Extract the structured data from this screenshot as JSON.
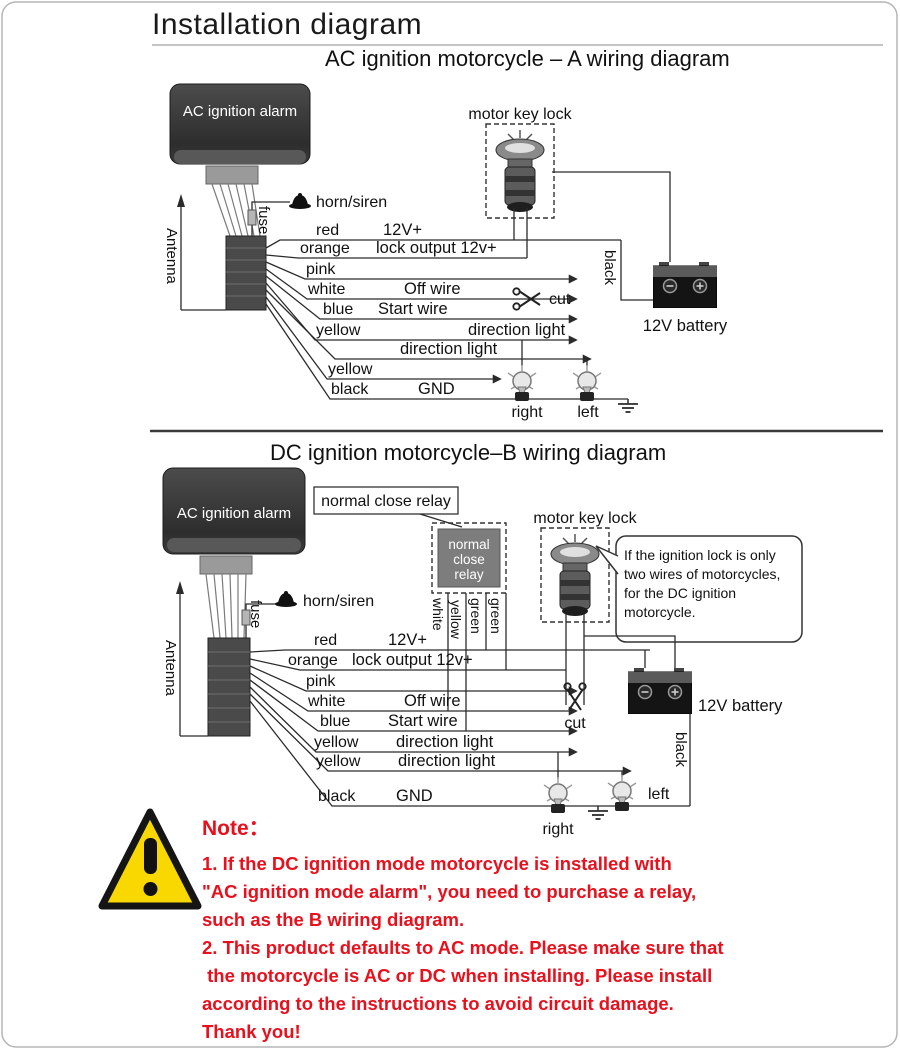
{
  "page": {
    "title": "Installation diagram"
  },
  "colors": {
    "note_red": "#e8101c",
    "warning_yellow": "#f8d800"
  },
  "diagram_a": {
    "heading": "AC ignition motorcycle – A wiring diagram",
    "alarm_label": "AC ignition alarm",
    "antenna_label": "Antenna",
    "fuse_label": "fuse",
    "horn_label": "horn/siren",
    "key_lock_label": "motor key lock",
    "cut_label": "cut",
    "black_wire_label": "black",
    "battery_label": "12V battery",
    "right_label": "right",
    "left_label": "left",
    "wires": [
      {
        "color": "red",
        "desc": "12V+"
      },
      {
        "color": "orange",
        "desc": "lock output 12v+"
      },
      {
        "color": "pink",
        "desc": ""
      },
      {
        "color": "white",
        "desc": "Off wire"
      },
      {
        "color": "blue",
        "desc": "Start wire"
      },
      {
        "color": "yellow",
        "desc": "direction light"
      },
      {
        "color": "",
        "desc": "direction light"
      },
      {
        "color": "yellow",
        "desc": ""
      },
      {
        "color": "black",
        "desc": "GND"
      }
    ]
  },
  "diagram_b": {
    "heading": "DC ignition motorcycle–B wiring diagram",
    "alarm_label": "AC ignition alarm",
    "antenna_label": "Antenna",
    "fuse_label": "fuse",
    "horn_label": "horn/siren",
    "relay_callout": "normal close relay",
    "relay_box_lines": [
      "normal",
      "close",
      "relay"
    ],
    "key_lock_label": "motor key lock",
    "bubble_lines": [
      "If the ignition lock is only",
      "two wires of motorcycles,",
      "for the DC ignition",
      "motorcycle."
    ],
    "relay_wire_labels": [
      "white",
      "yellow",
      "green",
      "green"
    ],
    "cut_label": "cut",
    "black_wire_label": "black",
    "battery_label": "12V battery",
    "right_label": "right",
    "left_label": "left",
    "wires": [
      {
        "color": "red",
        "desc": "12V+"
      },
      {
        "color": "orange",
        "desc": "lock output 12v+"
      },
      {
        "color": "pink",
        "desc": ""
      },
      {
        "color": "white",
        "desc": "Off wire"
      },
      {
        "color": "blue",
        "desc": "Start wire"
      },
      {
        "color": "yellow",
        "desc": "direction light"
      },
      {
        "color": "yellow",
        "desc": "direction light"
      },
      {
        "color": "black",
        "desc": "GND"
      }
    ]
  },
  "note": {
    "heading": "Note：",
    "lines": [
      "1. If the DC ignition mode motorcycle is installed with",
      "\"AC ignition mode alarm\", you need to purchase a relay,",
      "such as the B wiring diagram.",
      "2. This product defaults to AC mode. Please make sure that",
      " the motorcycle is AC or DC when installing. Please install",
      "according to the instructions to avoid circuit damage.",
      "Thank you!"
    ]
  }
}
